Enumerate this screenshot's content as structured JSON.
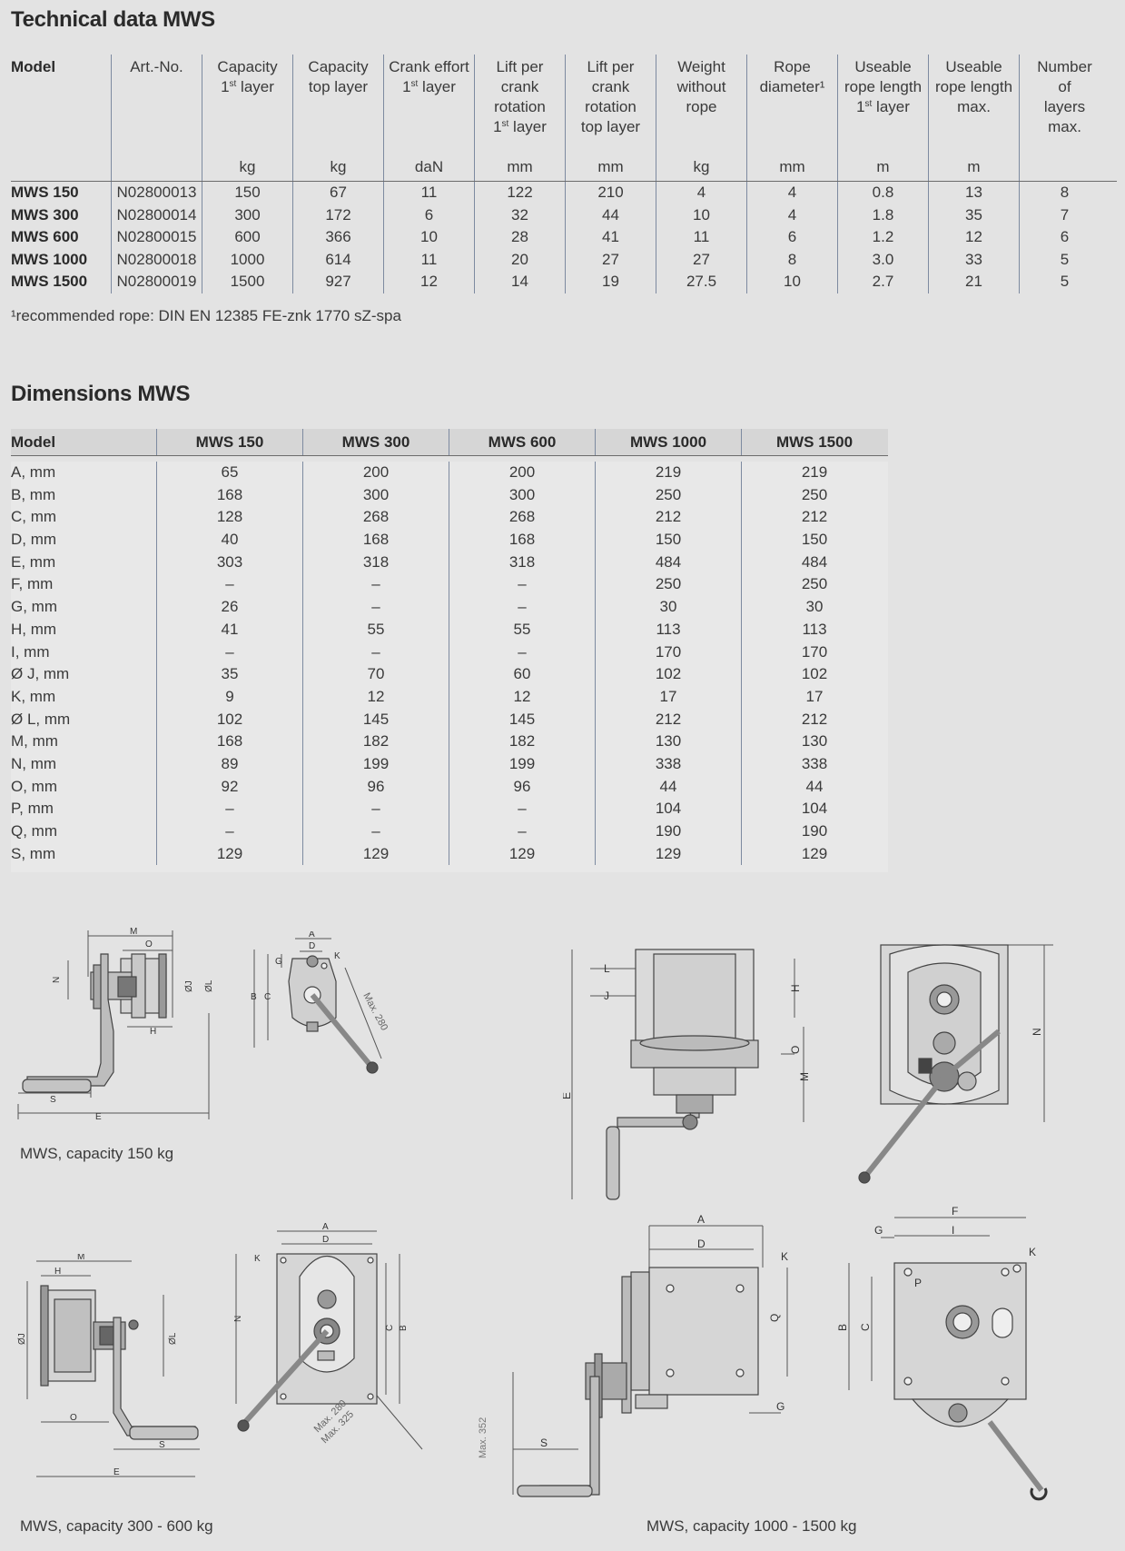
{
  "technical": {
    "title": "Technical data MWS",
    "columns": [
      {
        "label_lines": [
          "Model"
        ],
        "unit": ""
      },
      {
        "label_lines": [
          "Art.-No."
        ],
        "unit": ""
      },
      {
        "label_lines": [
          "Capacity",
          "1st layer"
        ],
        "unit": "kg"
      },
      {
        "label_lines": [
          "Capacity",
          "top layer"
        ],
        "unit": "kg"
      },
      {
        "label_lines": [
          "Crank effort",
          "1st layer"
        ],
        "unit": "daN"
      },
      {
        "label_lines": [
          "Lift per",
          "crank",
          "rotation",
          "1st layer"
        ],
        "unit": "mm"
      },
      {
        "label_lines": [
          "Lift per",
          "crank",
          "rotation",
          "top layer"
        ],
        "unit": "mm"
      },
      {
        "label_lines": [
          "Weight",
          "without",
          "rope"
        ],
        "unit": "kg"
      },
      {
        "label_lines": [
          "Rope",
          "diameter¹"
        ],
        "unit": "mm"
      },
      {
        "label_lines": [
          "Useable",
          "rope length",
          "1st layer"
        ],
        "unit": "m"
      },
      {
        "label_lines": [
          "Useable",
          "rope length",
          "max."
        ],
        "unit": "m"
      },
      {
        "label_lines": [
          "Number",
          "of",
          "layers",
          "max."
        ],
        "unit": ""
      }
    ],
    "rows": [
      [
        "MWS 150",
        "N02800013",
        "150",
        "67",
        "11",
        "122",
        "210",
        "4",
        "4",
        "0.8",
        "13",
        "8"
      ],
      [
        "MWS 300",
        "N02800014",
        "300",
        "172",
        "6",
        "32",
        "44",
        "10",
        "4",
        "1.8",
        "35",
        "7"
      ],
      [
        "MWS 600",
        "N02800015",
        "600",
        "366",
        "10",
        "28",
        "41",
        "11",
        "6",
        "1.2",
        "12",
        "6"
      ],
      [
        "MWS 1000",
        "N02800018",
        "1000",
        "614",
        "11",
        "20",
        "27",
        "27",
        "8",
        "3.0",
        "33",
        "5"
      ],
      [
        "MWS 1500",
        "N02800019",
        "1500",
        "927",
        "12",
        "14",
        "19",
        "27.5",
        "10",
        "2.7",
        "21",
        "5"
      ]
    ],
    "footnote": "¹recommended rope: DIN EN 12385 FE-znk 1770 sZ-spa"
  },
  "dimensions": {
    "title": "Dimensions MWS",
    "header": [
      "Model",
      "MWS 150",
      "MWS 300",
      "MWS 600",
      "MWS 1000",
      "MWS 1500"
    ],
    "rows": [
      [
        "A, mm",
        "65",
        "200",
        "200",
        "219",
        "219"
      ],
      [
        "B, mm",
        "168",
        "300",
        "300",
        "250",
        "250"
      ],
      [
        "C, mm",
        "128",
        "268",
        "268",
        "212",
        "212"
      ],
      [
        "D, mm",
        "40",
        "168",
        "168",
        "150",
        "150"
      ],
      [
        "E, mm",
        "303",
        "318",
        "318",
        "484",
        "484"
      ],
      [
        "F, mm",
        "–",
        "–",
        "–",
        "250",
        "250"
      ],
      [
        "G, mm",
        "26",
        "–",
        "–",
        "30",
        "30"
      ],
      [
        "H, mm",
        "41",
        "55",
        "55",
        "113",
        "113"
      ],
      [
        "I, mm",
        "–",
        "–",
        "–",
        "170",
        "170"
      ],
      [
        "Ø J, mm",
        "35",
        "70",
        "60",
        "102",
        "102"
      ],
      [
        "K, mm",
        "9",
        "12",
        "12",
        "17",
        "17"
      ],
      [
        "Ø L, mm",
        "102",
        "145",
        "145",
        "212",
        "212"
      ],
      [
        "M, mm",
        "168",
        "182",
        "182",
        "130",
        "130"
      ],
      [
        "N, mm",
        "89",
        "199",
        "199",
        "338",
        "338"
      ],
      [
        "O, mm",
        "92",
        "96",
        "96",
        "44",
        "44"
      ],
      [
        "P, mm",
        "–",
        "–",
        "–",
        "104",
        "104"
      ],
      [
        "Q, mm",
        "–",
        "–",
        "–",
        "190",
        "190"
      ],
      [
        "S, mm",
        "129",
        "129",
        "129",
        "129",
        "129"
      ]
    ]
  },
  "drawings": {
    "caption_150": "MWS, capacity 150 kg",
    "caption_300_600": "MWS, capacity 300 - 600 kg",
    "caption_1000_1500": "MWS, capacity 1000 - 1500 kg",
    "labels": {
      "A": "A",
      "B": "B",
      "C": "C",
      "D": "D",
      "E": "E",
      "F": "F",
      "G": "G",
      "H": "H",
      "I": "I",
      "J": "J",
      "K": "K",
      "L": "L",
      "M": "M",
      "N": "N",
      "O": "O",
      "P": "P",
      "Q": "Q",
      "S": "S",
      "dia_J": "ØJ",
      "dia_L": "ØL",
      "max280": "Max. 280",
      "max325": "Max. 325",
      "max352": "Max. 352"
    }
  }
}
